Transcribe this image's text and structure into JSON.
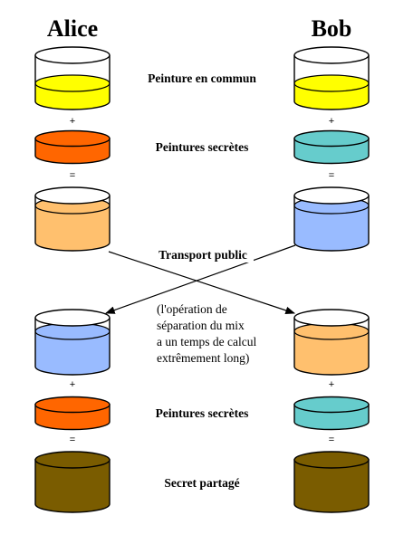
{
  "diagram": {
    "alice_name": "Alice",
    "bob_name": "Bob",
    "common_paint_label": "Peinture en commun",
    "secret_paints_label_1": "Peintures secrètes",
    "public_transport_label": "Transport public",
    "note_line_1": "(l'opération de",
    "note_line_2": "séparation du mix",
    "note_line_3": "a un temps de calcul",
    "note_line_4": "extrêmement long)",
    "secret_paints_label_2": "Peintures secrètes",
    "shared_secret_label": "Secret partagé",
    "plus_symbol": "+",
    "equals_symbol": "="
  },
  "colors": {
    "common_yellow": "#ffff00",
    "alice_secret_orange": "#ff6600",
    "bob_secret_teal": "#66cccc",
    "alice_mix_light_orange": "#ffc06e",
    "bob_mix_light_blue": "#99bbff",
    "shared_secret_olive": "#7a5c00",
    "outline": "#000000",
    "background": "#ffffff"
  },
  "containers": [
    {
      "name": "alice-common-paint-cylinder",
      "side": "alice",
      "row": "common",
      "fill": "common_yellow"
    },
    {
      "name": "bob-common-paint-cylinder",
      "side": "bob",
      "row": "common",
      "fill": "common_yellow"
    },
    {
      "name": "alice-secret-paint-cylinder",
      "side": "alice",
      "row": "secret",
      "fill": "alice_secret_orange"
    },
    {
      "name": "bob-secret-paint-cylinder",
      "side": "bob",
      "row": "secret",
      "fill": "bob_secret_teal"
    },
    {
      "name": "alice-mixture-cylinder",
      "side": "alice",
      "row": "mix",
      "fill": "alice_mix_light_orange"
    },
    {
      "name": "bob-mixture-cylinder",
      "side": "bob",
      "row": "mix",
      "fill": "bob_mix_light_blue"
    },
    {
      "name": "alice-received-mixture-cylinder",
      "side": "alice",
      "row": "received",
      "fill": "bob_mix_light_blue"
    },
    {
      "name": "bob-received-mixture-cylinder",
      "side": "bob",
      "row": "received",
      "fill": "alice_mix_light_orange"
    },
    {
      "name": "alice-secret-paint-cylinder-2",
      "side": "alice",
      "row": "secret2",
      "fill": "alice_secret_orange"
    },
    {
      "name": "bob-secret-paint-cylinder-2",
      "side": "bob",
      "row": "secret2",
      "fill": "bob_secret_teal"
    },
    {
      "name": "alice-shared-secret-cylinder",
      "side": "alice",
      "row": "final",
      "fill": "shared_secret_olive"
    },
    {
      "name": "bob-shared-secret-cylinder",
      "side": "bob",
      "row": "final",
      "fill": "shared_secret_olive"
    }
  ]
}
